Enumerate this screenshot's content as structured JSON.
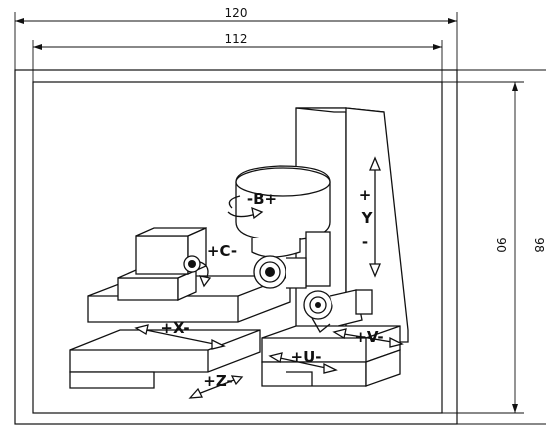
{
  "dimensions": {
    "outer_width": "120",
    "inner_width": "112",
    "inner_height": "90",
    "outer_height": "98"
  },
  "axes": {
    "b": "-B+",
    "c": "+C-",
    "y_plus": "+",
    "y": "Y",
    "y_minus": "-",
    "x": "+X-",
    "z": "+Z-",
    "u": "+U-",
    "v": "+V-"
  }
}
